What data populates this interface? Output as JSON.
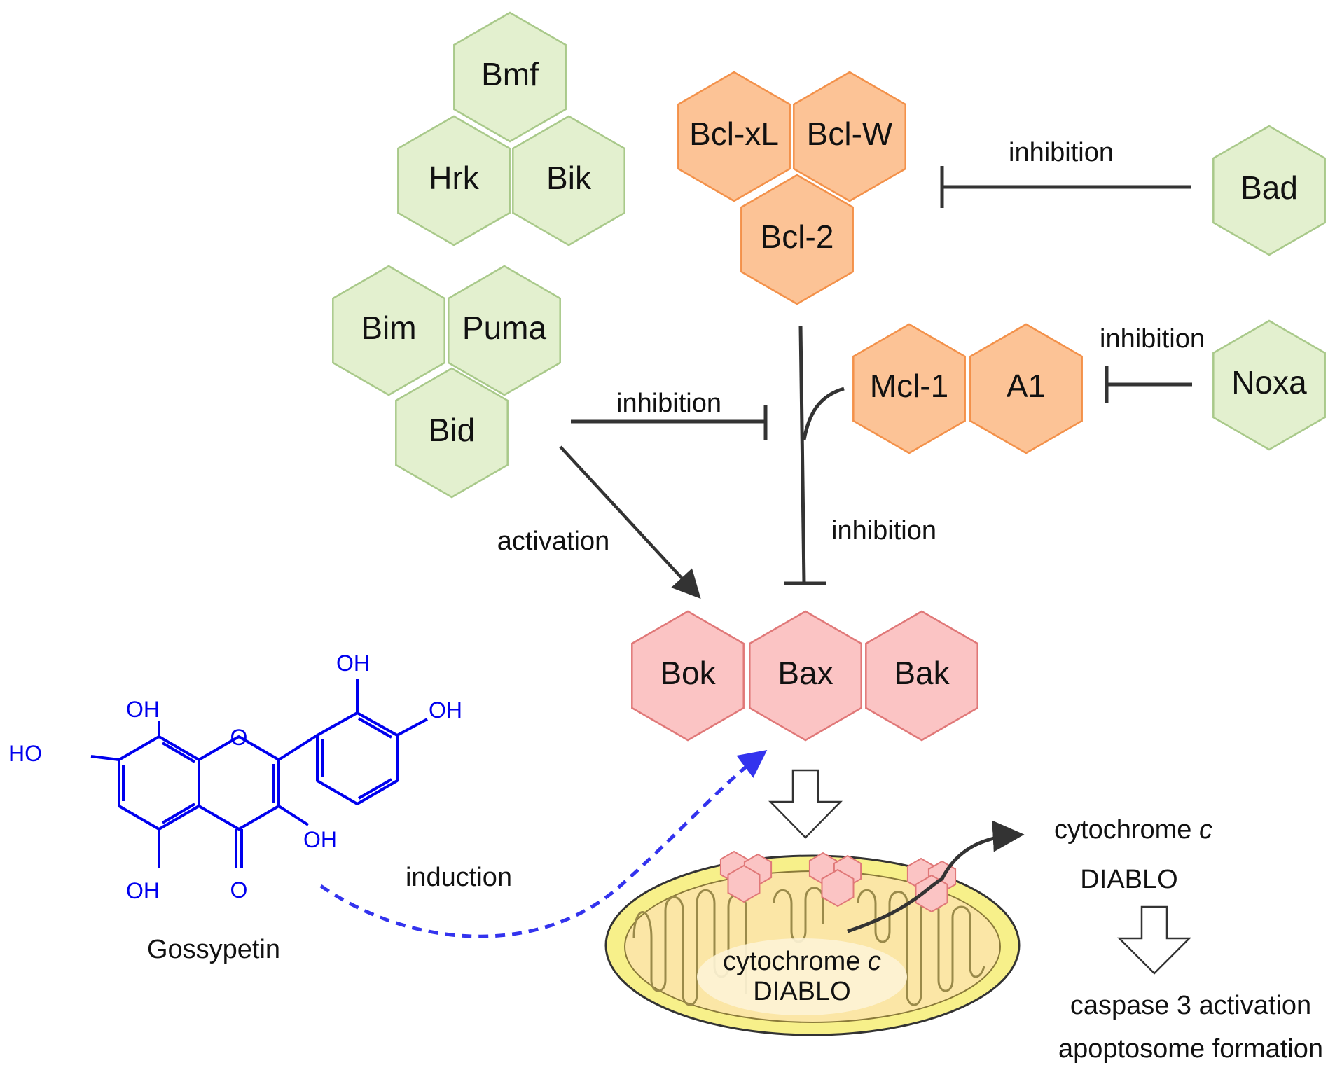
{
  "colors": {
    "bh3": "#e3f0cf",
    "bh3_stroke": "#a9c98a",
    "antiapoptotic": "#fcc396",
    "antiapoptotic_stroke": "#f3914a",
    "effector": "#fbc4c4",
    "effector_stroke": "#e07878",
    "inhibitor_line": "#333333",
    "compound": "#0000ee",
    "mito_outer": "#f7f08a",
    "mito_outer_stroke": "#333333",
    "mito_inner": "#fbe6a6"
  },
  "proteins": {
    "bh3_group1": [
      "Bmf",
      "Hrk",
      "Bik"
    ],
    "bh3_group2": [
      "Bim",
      "Puma",
      "Bid"
    ],
    "bad": "Bad",
    "noxa": "Noxa",
    "antiapoptotic_group1": [
      "Bcl-xL",
      "Bcl-W",
      "Bcl-2"
    ],
    "antiapoptotic_group2": [
      "Mcl-1",
      "A1"
    ],
    "effectors": [
      "Bok",
      "Bax",
      "Bak"
    ]
  },
  "edges": {
    "inhibition_bad": "inhibition",
    "inhibition_noxa": "inhibition",
    "inhibition_bid": "inhibition",
    "inhibition_effectors": "inhibition",
    "activation": "activation",
    "induction": "induction"
  },
  "compound": {
    "name": "Gossypetin",
    "oh_labels": [
      "OH",
      "OH",
      "OH",
      "HO",
      "OH",
      "OH"
    ],
    "ring_o": "O",
    "keto_o": "O"
  },
  "mitochondrion": {
    "inner_line1": "cytochrome ",
    "inner_line1_italic": "c",
    "inner_line2": "DIABLO"
  },
  "released": {
    "line1": "cytochrome ",
    "line1_italic": "c",
    "line2": "DIABLO"
  },
  "outcomes": {
    "line1": "caspase 3 activation",
    "line2": "apoptosome formation"
  }
}
